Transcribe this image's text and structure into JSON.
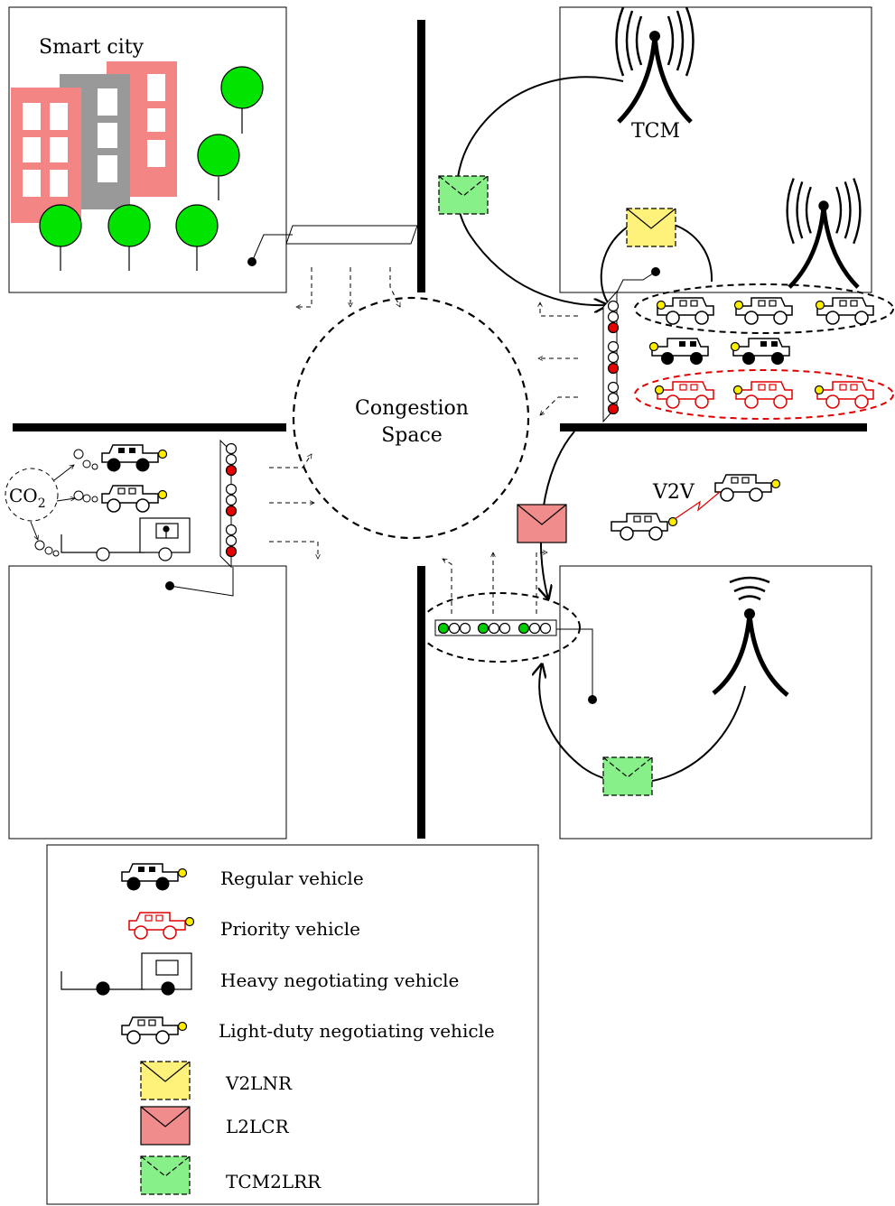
{
  "labels": {
    "smart_city": "Smart city",
    "tcm": "TCM",
    "congestion_line1": "Congestion",
    "congestion_line2": "Space",
    "co2": "CO",
    "co2_sub": "2",
    "v2v": "V2V"
  },
  "legend": [
    {
      "icon": "regular-vehicle",
      "label": "Regular vehicle"
    },
    {
      "icon": "priority-vehicle",
      "label": "Priority vehicle"
    },
    {
      "icon": "heavy-negotiating-vehicle",
      "label": "Heavy negotiating vehicle"
    },
    {
      "icon": "light-duty-negotiating-vehicle",
      "label": "Light-duty negotiating vehicle"
    },
    {
      "icon": "v2lnr-envelope",
      "label": "V2LNR"
    },
    {
      "icon": "l2lcr-envelope",
      "label": "L2LCR"
    },
    {
      "icon": "tcm2lrr-envelope",
      "label": "TCM2LRR"
    }
  ],
  "colors": {
    "building_pink": "#f48585",
    "building_gray": "#999999",
    "tree_green": "#00e400",
    "light_red": "#e60000",
    "light_green": "#00cc00",
    "vehicle_yellow": "#ffee00",
    "priority_red": "#e00000",
    "env_yellow": "#fff27a",
    "env_red": "#f08c8c",
    "env_green": "#88f088"
  }
}
